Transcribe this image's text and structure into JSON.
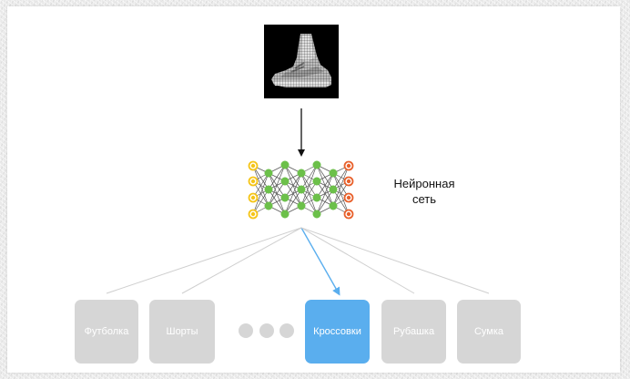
{
  "network_label": [
    "Нейронная",
    "сеть"
  ],
  "classes": [
    "Футболка",
    "Шорты",
    "Кроссовки",
    "Рубашка",
    "Сумка"
  ],
  "selected_class": "Кроссовки",
  "colors": {
    "input_neuron": "#f5c518",
    "hidden_neuron": "#6cc04a",
    "output_neuron": "#e8612c",
    "class_box": "#d6d6d6",
    "selected_box": "#5aaeee"
  }
}
